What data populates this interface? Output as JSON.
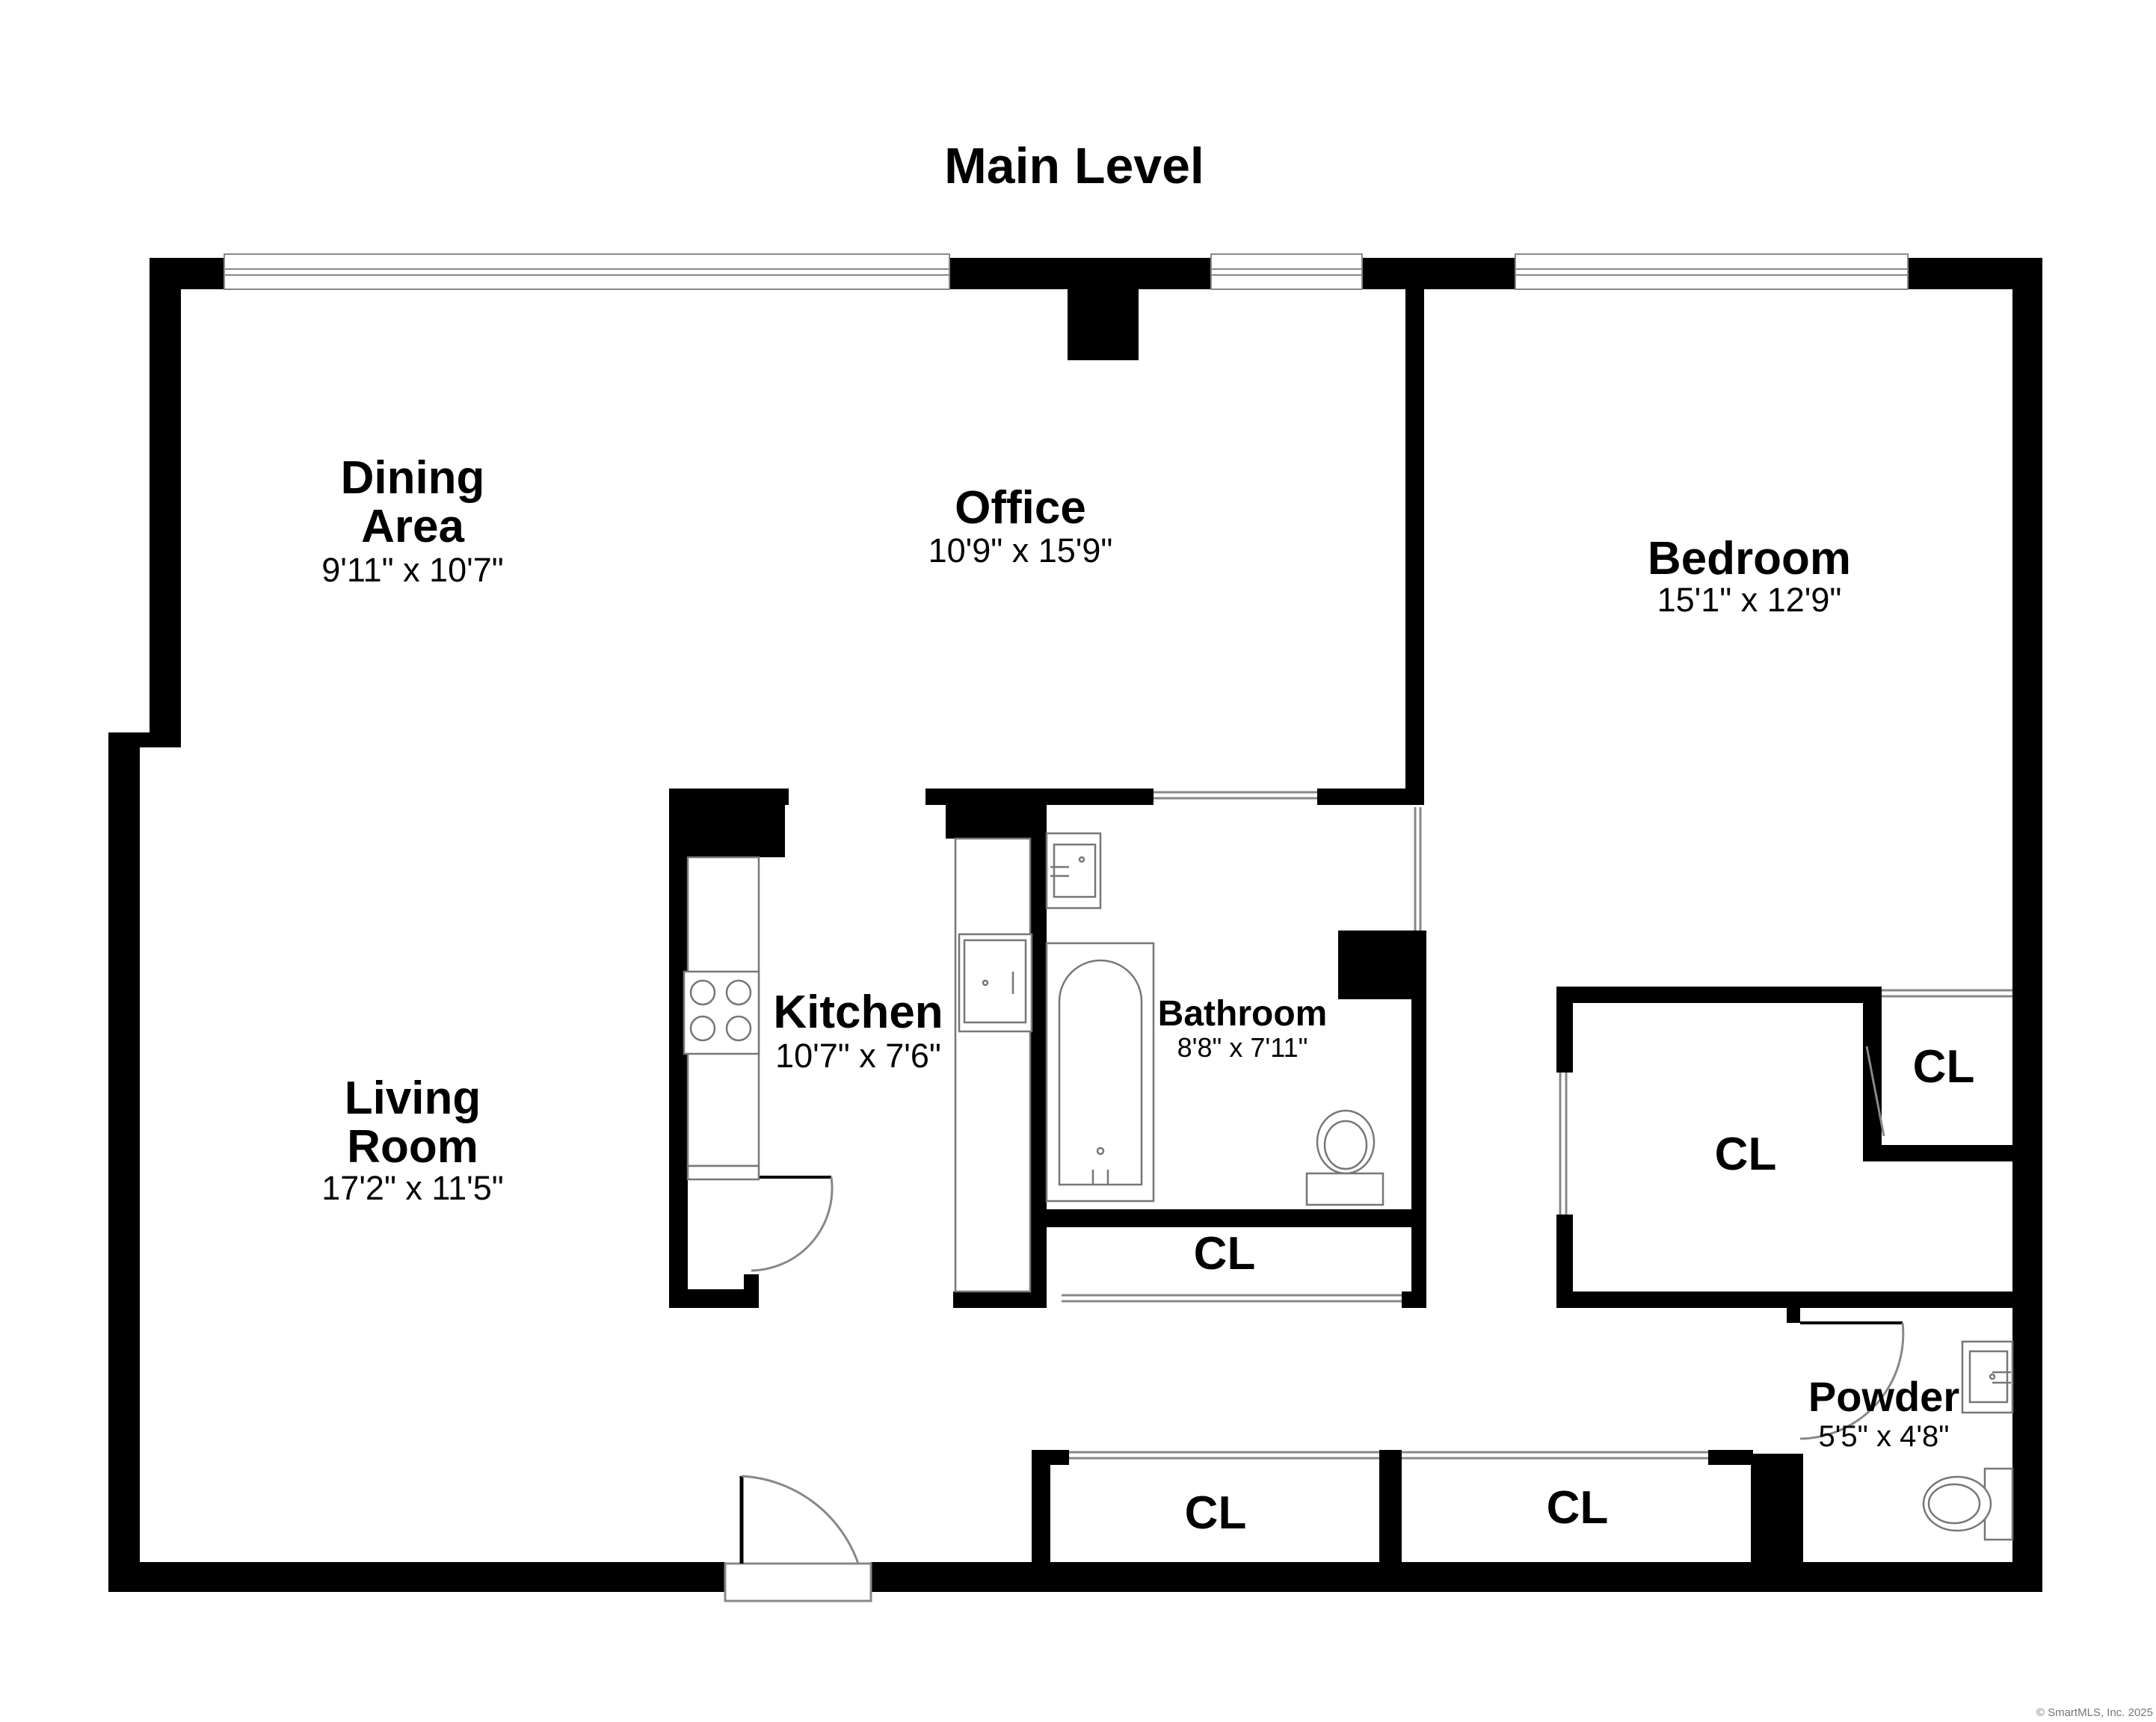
{
  "title": "Main Level",
  "copyright": "© SmartMLS, Inc. 2025",
  "rooms": {
    "dining": {
      "name_line1": "Dining",
      "name_line2": "Area",
      "dims": "9'11\" x 10'7\""
    },
    "office": {
      "name": "Office",
      "dims": "10'9\" x 15'9\""
    },
    "bedroom": {
      "name": "Bedroom",
      "dims": "15'1\" x 12'9\""
    },
    "kitchen": {
      "name": "Kitchen",
      "dims": "10'7\" x 7'6\""
    },
    "bathroom": {
      "name": "Bathroom",
      "dims": "8'8\" x 7'11\""
    },
    "living": {
      "name_line1": "Living",
      "name_line2": "Room",
      "dims": "17'2\" x 11'5\""
    },
    "powder": {
      "name": "Powder",
      "dims": "5'5\" x 4'8\""
    }
  },
  "closets": {
    "bedroom_small": "CL",
    "bedroom_large": "CL",
    "bath_hall": "CL",
    "bottom_left": "CL",
    "bottom_right": "CL"
  },
  "colors": {
    "wall": "#000000",
    "background": "#ffffff",
    "fixture_line": "#888888"
  }
}
